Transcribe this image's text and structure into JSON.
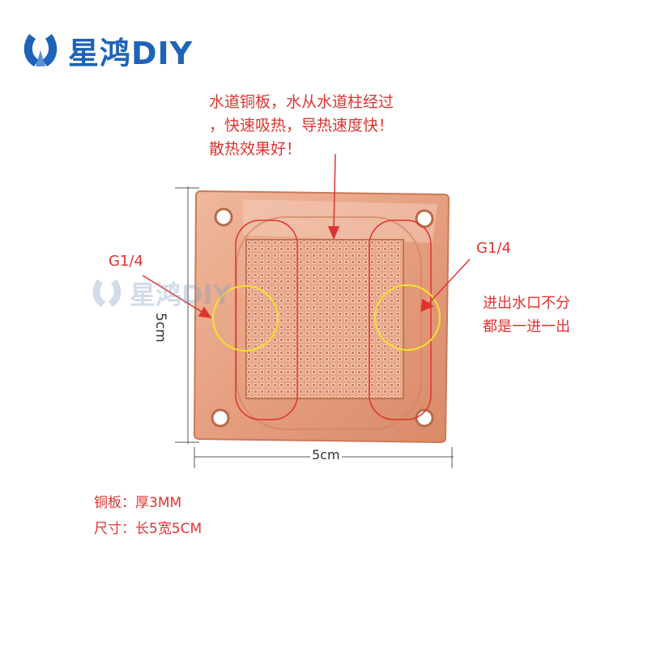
{
  "brand": {
    "name": "星鸿DIY",
    "logo": "brand-logo-icon",
    "color": "#1e63b8"
  },
  "watermark": {
    "text": "星鸿DIY"
  },
  "callouts": {
    "top": [
      "水道铜板，水从水道柱经过",
      "，快速吸热，导热速度快！",
      "散热效果好！"
    ],
    "left_port": "G1/4",
    "right_port": "G1/4",
    "ports_note": [
      "进出水口不分",
      "都是一进一出"
    ]
  },
  "dimensions": {
    "height": "5cm",
    "width": "5cm"
  },
  "specs": {
    "line1": "铜板：厚3MM",
    "line2": "尺寸：长5宽5CM"
  },
  "colors": {
    "accent": "#e0332f",
    "copper": "#e8a485",
    "marker": "#f2e22e"
  }
}
